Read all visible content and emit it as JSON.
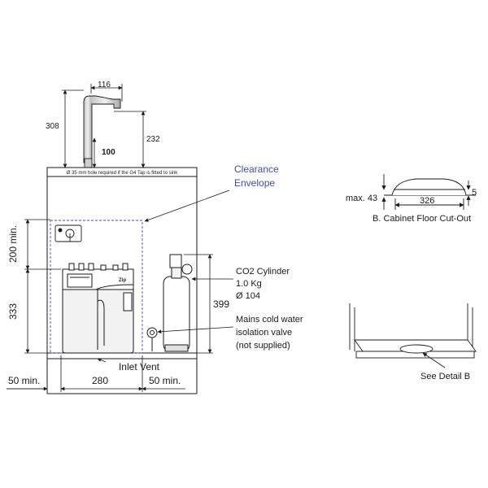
{
  "main_view": {
    "tap_dims": {
      "width": "116",
      "height_total": "308",
      "height_spout": "232",
      "neck": "100"
    },
    "hole_note": "Ø  35 mm hole required if the G4 Tap is fitted to sink",
    "clearance_label_1": "Clearance",
    "clearance_label_2": "Envelope",
    "dims": {
      "top_clearance": "200 min.",
      "unit_height": "333",
      "cylinder_height": "399",
      "left_gap": "50 min.",
      "unit_width": "280",
      "right_gap": "50 min."
    },
    "co2": {
      "line1": "CO2 Cylinder",
      "line2": "1.0 Kg",
      "line3": "Ø 104"
    },
    "valve": {
      "line1": "Mains cold water",
      "line2": "isolation valve",
      "line3": "(not supplied)"
    },
    "inlet_vent": "Inlet Vent",
    "unit_brand": "Zip"
  },
  "detail_b": {
    "max_label": "max. 43",
    "width": "326",
    "height": "5",
    "caption": "B. Cabinet Floor Cut-Out"
  },
  "cabinet_view": {
    "see_detail": "See Detail B"
  },
  "colors": {
    "line": "#1a1a1a",
    "clearance": "#3c4fa8",
    "unit_fill": "#f2f2f2",
    "tap_fill": "#dcdcdc"
  }
}
